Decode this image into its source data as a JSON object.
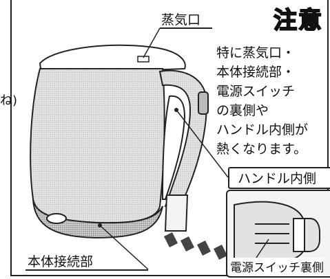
{
  "left_fragment": "ね)",
  "labels": {
    "steam_vent": "蒸気口",
    "caution_title": "注意",
    "handle_inner": "ハンドル内側",
    "power_switch_back": "電源スイッチ裏側",
    "body_connector": "本体接続部"
  },
  "note_lines": [
    "特に蒸気口・",
    "本体接続部・",
    "電源スイッチ",
    "の裏側や",
    "ハンドル内側が",
    "熱くなります。"
  ]
}
